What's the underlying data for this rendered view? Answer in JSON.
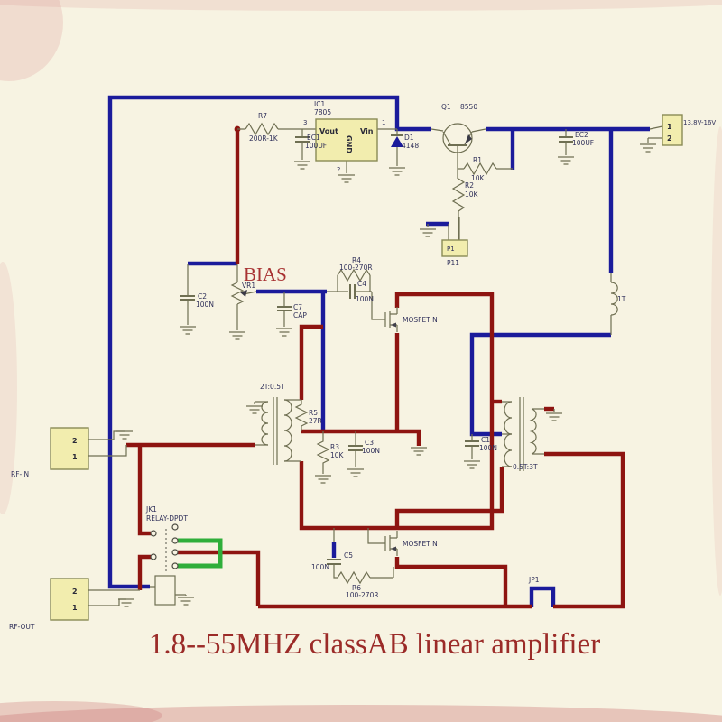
{
  "title": {
    "text": "1.8--55MHZ classAB  linear amplifier"
  },
  "bias": {
    "label": "BIAS"
  },
  "power_section": {
    "ic1": {
      "name": "IC1",
      "part": "7805",
      "pin_out_label": "Vout",
      "pin_in_label": "Vin",
      "pin_gnd_label": "GND",
      "pin_out_num": "3",
      "pin_in_num": "1",
      "pin_gnd_num": "2"
    },
    "r7": {
      "name": "R7",
      "value": "200R-1K"
    },
    "ec1": {
      "name": "EC1",
      "value": "100UF"
    },
    "d1": {
      "name": "D1",
      "value": "4148"
    },
    "q1": {
      "name": "Q1",
      "value": "8550"
    },
    "r1": {
      "name": "R1",
      "value": "10K"
    },
    "r2": {
      "name": "R2",
      "value": "10K"
    },
    "ec2": {
      "name": "EC2",
      "value": "100UF"
    },
    "p11": {
      "box_text": "P1",
      "label": "P11"
    },
    "power_conn": {
      "pin1": "1",
      "pin2": "2",
      "label": "13.8V-16V"
    }
  },
  "bias_section": {
    "vr1": {
      "name": "VR1"
    },
    "c2": {
      "name": "C2",
      "value": "100N"
    },
    "c7": {
      "name": "C7",
      "value": "CAP"
    }
  },
  "amplifier": {
    "r4": {
      "name": "R4",
      "value": "100-270R"
    },
    "c4": {
      "name": "C4",
      "value": "100N"
    },
    "q_top": {
      "label": "MOSFET N"
    },
    "q_bottom": {
      "label": "MOSFET N"
    },
    "c5": {
      "name": "C5",
      "value": "100N"
    },
    "r6": {
      "name": "R6",
      "value": "100-270R"
    },
    "l1": {
      "label": "1T"
    },
    "t1": {
      "label": "2T:0.5T"
    },
    "r5": {
      "name": "R5",
      "value": "27R"
    },
    "r3": {
      "name": "R3",
      "value": "10K"
    },
    "c3": {
      "name": "C3",
      "value": "100N"
    },
    "t2": {
      "label": "0.5T:3T"
    },
    "c1": {
      "name": "C1",
      "value": "100N"
    }
  },
  "io": {
    "rf_in": {
      "label": "RF-IN",
      "pin_top": "2",
      "pin_bottom": "1"
    },
    "rf_out": {
      "label": "RF-OUT",
      "pin_top": "2",
      "pin_bottom": "1"
    },
    "jk1": {
      "name": "JK1",
      "type": "RELAY-DPDT"
    },
    "jp1": {
      "label": "JP1"
    }
  },
  "colors": {
    "wire_blue": "#1b1b9b",
    "wire_red": "#8e1410",
    "wire_green": "#2fae3a",
    "component_box_fill": "#f2edae",
    "title_color": "#9b2b28"
  }
}
